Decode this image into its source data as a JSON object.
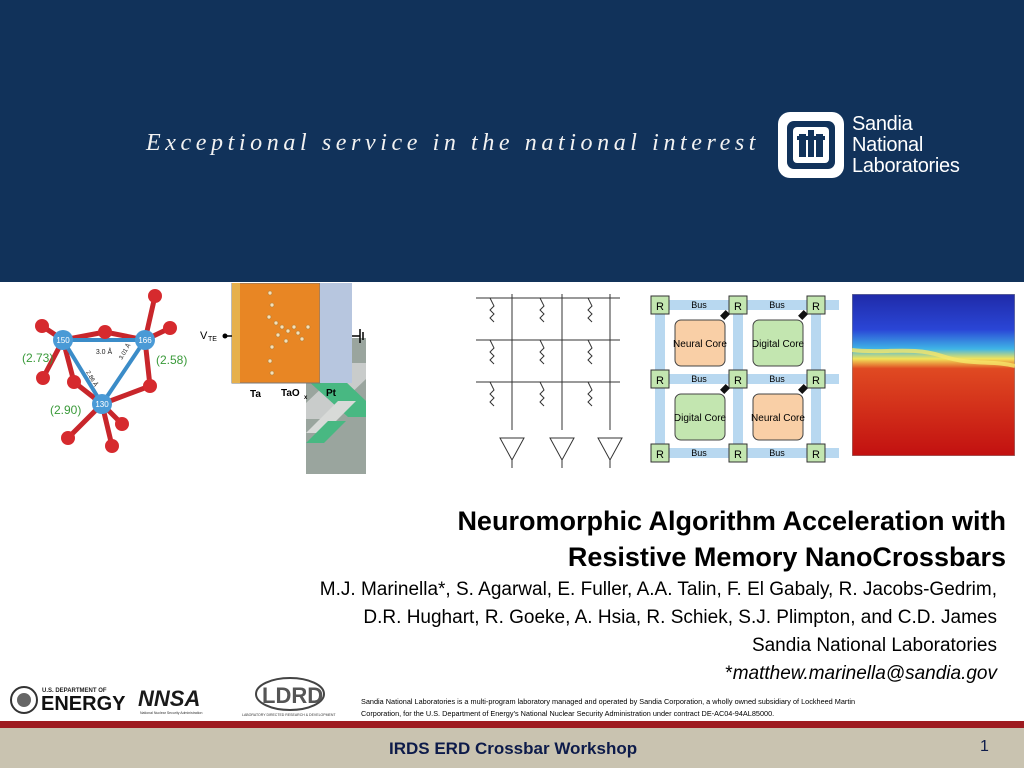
{
  "header": {
    "tagline": "Exceptional service in the national interest",
    "logo_lines": [
      "Sandia",
      "National",
      "Laboratories"
    ],
    "background_color": "#11325a"
  },
  "figures": {
    "molecule": {
      "atom_labels": [
        "150",
        "166",
        "130"
      ],
      "bond_label": "3.0 Å",
      "side_labels": [
        "2.86 Å",
        "3.01 Å"
      ],
      "distance_labels": [
        "(2.73)",
        "(2.58)",
        "(2.90)"
      ]
    },
    "device": {
      "vte_label": "V",
      "vte_sub": "TE",
      "layer_labels": [
        "Ta",
        "TaO",
        "Pt"
      ],
      "layer_sub": "x"
    },
    "architecture": {
      "router_label": "R",
      "bus_label": "Bus",
      "cores": [
        "Neural Core",
        "Digital Core",
        "Digital Core",
        "Neural Core"
      ]
    }
  },
  "title": {
    "line1": "Neuromorphic Algorithm Acceleration with",
    "line2": "Resistive Memory NanoCrossbars"
  },
  "authors": {
    "line1": "M.J. Marinella*, S. Agarwal, E. Fuller, A.A. Talin, F. El Gabaly, R. Jacobs-Gedrim,",
    "line2": "D.R. Hughart, R. Goeke, A. Hsia, R. Schiek, S.J. Plimpton, and C.D. James",
    "affiliation": "Sandia National Laboratories",
    "email_prefix": "*",
    "email": "matthew.marinella@sandia.gov"
  },
  "footer": {
    "doe_small": "U.S. DEPARTMENT OF",
    "doe_big": "ENERGY",
    "nnsa": "NNSA",
    "nnsa_sub": "National Nuclear Security Administration",
    "lord": "LDRD",
    "lord_sub": "LABORATORY DIRECTED RESEARCH & DEVELOPMENT",
    "disclaimer_line1": "Sandia National Laboratories is a multi-program laboratory managed and operated by Sandia Corporation, a wholly owned subsidiary of Lockheed Martin",
    "disclaimer_line2": "Corporation, for the U.S. Department of Energy’s National Nuclear Security Administration under contract DE-AC04-94AL85000.",
    "workshop": "IRDS ERD Crossbar Workshop",
    "page_number": "1",
    "accent_red": "#9e1b20",
    "bar_color": "#c9c3b0"
  }
}
